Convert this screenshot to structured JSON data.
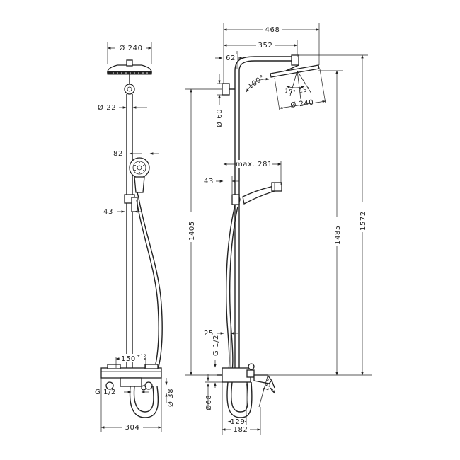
{
  "front_view": {
    "head_diameter": "Ø 240",
    "pipe_diameter": "Ø 22",
    "hand_shower_width": "82",
    "holder_width": "43",
    "spout_spacing": "150",
    "spout_tolerance": "±12",
    "thread": "G 1/2",
    "inlet_height": "Ø 38",
    "overall_width": "304"
  },
  "side_view": {
    "arm_reach": "468",
    "head_reach": "352",
    "wall_offset": "62",
    "arm_angle": "100°",
    "spray_angle_left": "15°",
    "spray_angle_right": "15°",
    "head_diameter": "Ø 240",
    "wall_bracket": "Ø 60",
    "hand_shower_reach": "max. 281",
    "holder_offset": "43",
    "mixer_offset": "25",
    "thread": "G 1/2",
    "escutcheon": "Ø68",
    "spout_angle": "15°",
    "spout_reach": "129",
    "overall_depth": "182"
  },
  "heights": {
    "bracket_height": "1405",
    "head_height": "1485",
    "overall_height": "1572"
  }
}
